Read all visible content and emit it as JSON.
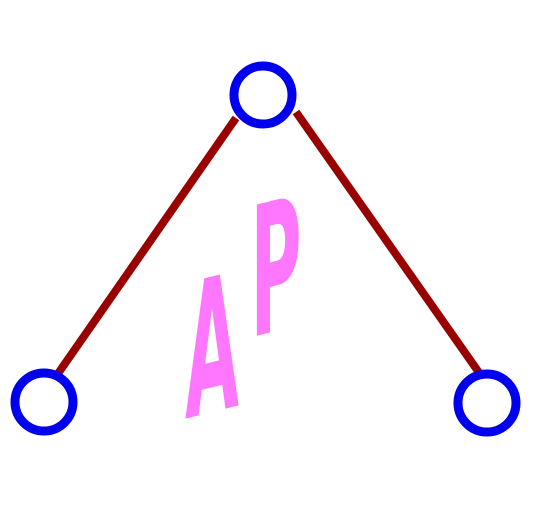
{
  "diagram": {
    "center_label": "AP",
    "colors": {
      "edge": "#990000",
      "node_stroke": "#0000ee",
      "node_fill": "#ffffff",
      "label": "#ff77ff",
      "background": "#ffffff"
    },
    "nodes": [
      {
        "id": "top"
      },
      {
        "id": "left"
      },
      {
        "id": "right"
      }
    ],
    "edges": [
      {
        "from": "top",
        "to": "left"
      },
      {
        "from": "top",
        "to": "right"
      }
    ]
  }
}
